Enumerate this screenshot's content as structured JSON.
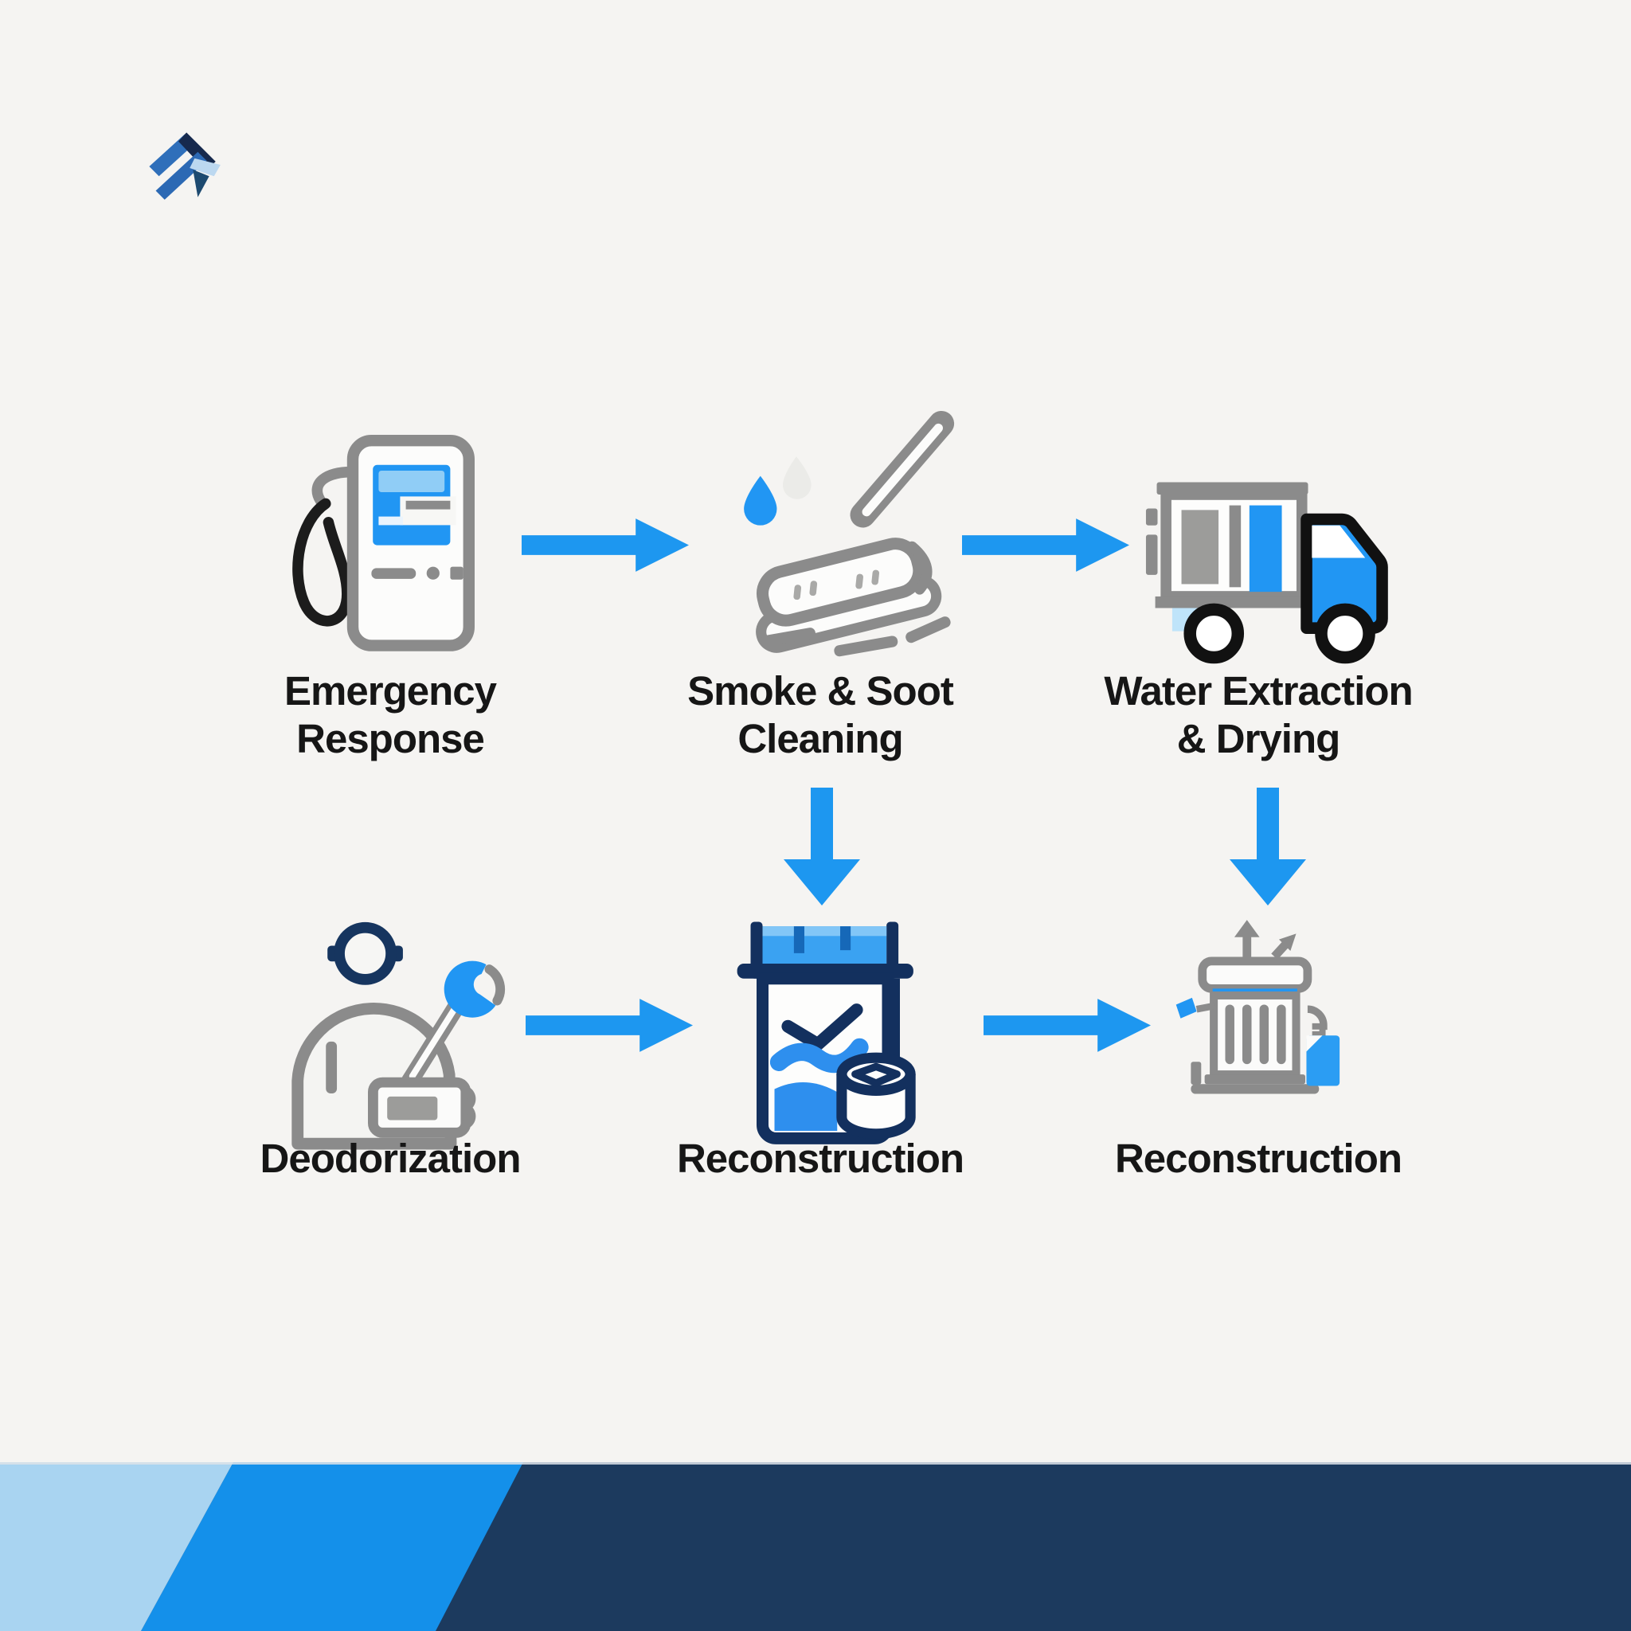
{
  "logo": {
    "name": "brand-logo-mark"
  },
  "flow": {
    "rows": [
      {
        "steps": [
          {
            "id": "emergency-response",
            "label": "Emergency Response",
            "lines": [
              "Emergency",
              "Response"
            ],
            "icon": "emergency-call-phone-icon"
          },
          {
            "id": "smoke-soot-cleaning",
            "label": "Smoke & Soot Cleaning",
            "lines": [
              "Smoke & Soot",
              "Cleaning"
            ],
            "icon": "mop-water-drop-icon"
          },
          {
            "id": "water-extraction-drying",
            "label": "Water Extraction & Drying",
            "lines": [
              "Water Extraction",
              "& Drying"
            ],
            "icon": "water-extraction-truck-icon"
          }
        ]
      },
      {
        "steps": [
          {
            "id": "deodorization",
            "label": "Deodorization",
            "lines": [
              "Deodorization"
            ],
            "icon": "technician-sprayer-icon"
          },
          {
            "id": "reconstruction-1",
            "label": "Reconstruction",
            "lines": [
              "Reconstruction"
            ],
            "icon": "container-waves-icon"
          },
          {
            "id": "reconstruction-2",
            "label": "Reconstruction",
            "lines": [
              "Reconstruction"
            ],
            "icon": "radiator-bin-icon"
          }
        ]
      }
    ],
    "arrows": [
      {
        "from": "Emergency Response",
        "to": "Smoke & Soot Cleaning",
        "direction": "right"
      },
      {
        "from": "Smoke & Soot Cleaning",
        "to": "Water Extraction & Drying",
        "direction": "right"
      },
      {
        "from": "Smoke & Soot Cleaning",
        "to": "Reconstruction",
        "direction": "down"
      },
      {
        "from": "Water Extraction & Drying",
        "to": "Reconstruction",
        "direction": "down"
      },
      {
        "from": "Deodorization",
        "to": "Reconstruction",
        "direction": "right"
      },
      {
        "from": "Reconstruction",
        "to": "Reconstruction",
        "direction": "right"
      }
    ]
  },
  "colors": {
    "background": "#f5f4f2",
    "text": "#161616",
    "arrow_blue": "#1d97f0",
    "icon_blue": "#2196f3",
    "icon_gray": "#8b8b8b",
    "icon_black": "#1c1c1c",
    "icon_navy": "#13305e",
    "footer_light_blue": "#a9d4f1",
    "footer_blue": "#1490ea",
    "footer_navy": "#1c3a5e",
    "logo_blue": "#2e6db6",
    "logo_navy": "#16294d",
    "logo_light_blue": "#bcd8f0"
  }
}
